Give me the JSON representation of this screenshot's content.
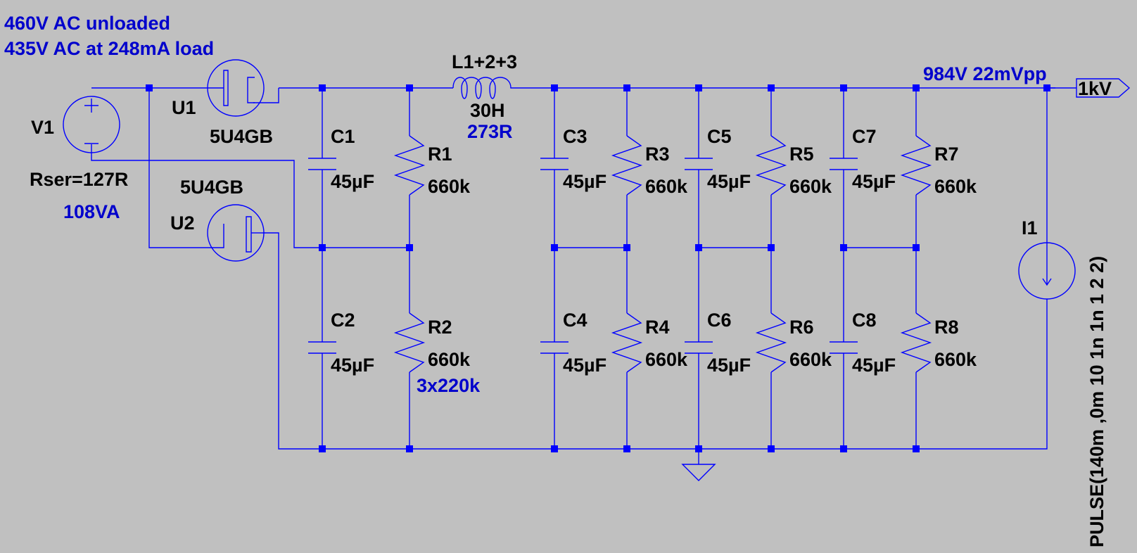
{
  "schematic": {
    "annotations": {
      "line1": "460V AC unloaded",
      "line2": "435V AC at 248mA load",
      "output_note": "984V 22mVpp",
      "va_note": "108VA",
      "inductor_dcr": "273R",
      "r2_note": "3x220k"
    },
    "source": {
      "name": "V1",
      "rser": "Rser=127R"
    },
    "rectifiers": [
      {
        "name": "U1",
        "model": "5U4GB"
      },
      {
        "name": "U2",
        "model": "5U4GB"
      }
    ],
    "inductor": {
      "name": "L1+2+3",
      "value": "30H"
    },
    "capacitors": [
      {
        "name": "C1",
        "value": "45µF"
      },
      {
        "name": "C2",
        "value": "45µF"
      },
      {
        "name": "C3",
        "value": "45µF"
      },
      {
        "name": "C4",
        "value": "45µF"
      },
      {
        "name": "C5",
        "value": "45µF"
      },
      {
        "name": "C6",
        "value": "45µF"
      },
      {
        "name": "C7",
        "value": "45µF"
      },
      {
        "name": "C8",
        "value": "45µF"
      }
    ],
    "resistors": [
      {
        "name": "R1",
        "value": "660k"
      },
      {
        "name": "R2",
        "value": "660k"
      },
      {
        "name": "R3",
        "value": "660k"
      },
      {
        "name": "R4",
        "value": "660k"
      },
      {
        "name": "R5",
        "value": "660k"
      },
      {
        "name": "R6",
        "value": "660k"
      },
      {
        "name": "R7",
        "value": "660k"
      },
      {
        "name": "R8",
        "value": "660k"
      }
    ],
    "current_source": {
      "name": "I1",
      "spec": "PULSE(140m ,0m 10 1n 1n 1 2 2)"
    },
    "output_label": "1kV",
    "colors": {
      "background": "#c0c0c0",
      "wire": "#0000ff",
      "note_text": "#0000cc",
      "label_text": "#000000"
    }
  }
}
